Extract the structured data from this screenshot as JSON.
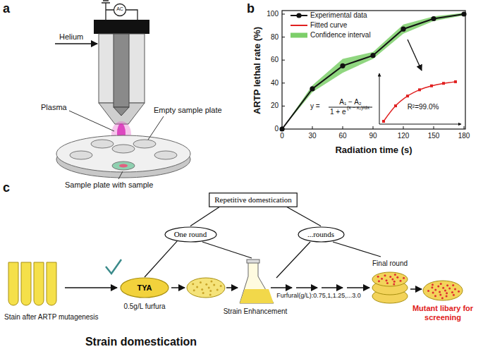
{
  "diagram": {
    "nodes": [
      {
        "text": [
          "Repetitive domestication"
        ]
      },
      {
        "text": [
          "One round"
        ]
      },
      {
        "text": [
          "...rounds"
        ]
      },
      {
        "text": [
          "TYA"
        ]
      }
    ],
    "edges": [
      {
        "from": 0,
        "to": 1,
        "arrow": "none"
      },
      {
        "from": 0,
        "to": 2,
        "arrow": "none"
      },
      {
        "from": 1,
        "to": 3,
        "arrow": "none"
      }
    ],
    "labels": [
      "a",
      "AC",
      "Helium",
      "Plasma",
      "Empty sample plate",
      "Sample plate with sample",
      "b",
      "ARTP lethal rate (%)",
      "Radiation time (s)",
      "0",
      "30",
      "60",
      "90",
      "120",
      "150",
      "180",
      "0",
      "20",
      "40",
      "60",
      "80",
      "100",
      "y =",
      "A₁ − A₂",
      "1 + e",
      "(x − x₀)/dx",
      "R²=99.0%",
      "c",
      "Stain after ARTP mutagenesis",
      "0.5g/L furfura",
      "Strain Enhancement",
      "Furfural(g/L):0.75,1,1.25,...3.0",
      "Final round",
      "Mutant libary for screening",
      "Strain domestication"
    ],
    "legend": [
      {
        "text": "Experimental data"
      },
      {
        "text": "Fitted curve"
      },
      {
        "text": "Confidence interval"
      }
    ]
  }
}
